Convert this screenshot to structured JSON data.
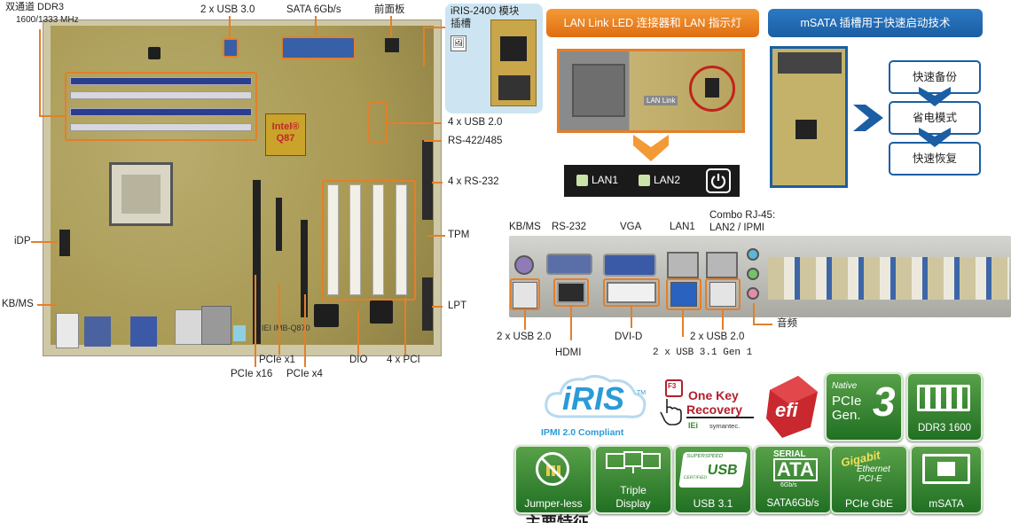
{
  "board_labels": {
    "ddr3": "双通道 DDR3",
    "ddr3_speed": "1600/1333 MHz",
    "usb30": "2 x USB 3.0",
    "sata": "SATA 6Gb/s",
    "front_panel": "前面板",
    "iris_slot_1": "iRIS-2400 模块",
    "iris_slot_2": "插槽",
    "usb20": "4 x USB 2.0",
    "rs422": "RS-422/485",
    "rs232": "4 x RS-232",
    "tpm": "TPM",
    "lpt": "LPT",
    "idp": "iDP",
    "kbms": "KB/MS",
    "pcie_x1": "PCIe x1",
    "pcie_x16": "PCIe x16",
    "pcie_x4": "PCIe x4",
    "dio": "DIO",
    "pci": "4 x PCI",
    "chipset_1": "Intel®",
    "chipset_2": "Q87",
    "board_brand": "IEI",
    "board_model": "IMB-Q870"
  },
  "lan_panel": {
    "title": "LAN Link LED 连接器和 LAN 指示灯",
    "lan1": "LAN1",
    "lan2": "LAN2",
    "power_icon": "power-icon",
    "brand": "LAN Link"
  },
  "msata_panel": {
    "title": "mSATA 插槽用于快速启动技术",
    "steps": [
      "快速备份",
      "省电模式",
      "快速恢复"
    ]
  },
  "io_labels": {
    "kbms": "KB/MS",
    "rs232": "RS-232",
    "vga": "VGA",
    "lan1": "LAN1",
    "combo_1": "Combo RJ-45:",
    "combo_2": "LAN2 / IPMI",
    "usb20_left": "2 x USB 2.0",
    "hdmi": "HDMI",
    "dvid": "DVI-D",
    "usb20_right": "2 x USB 2.0",
    "usb31": "2 x USB 3.1 Gen 1",
    "audio": "音频"
  },
  "logos": {
    "iris_text": "iRIS",
    "iris_tm": "TM",
    "iris_sub": "IPMI 2.0 Compliant",
    "onekey_1": "One Key",
    "onekey_2": "Recovery",
    "onekey_f3": "F3",
    "onekey_iei": "IEi",
    "onekey_symantec": "symantec.",
    "efi": "efi"
  },
  "features_top": [
    {
      "name": "pcie-gen3",
      "lines": [
        "Native",
        "PCIe",
        "Gen.",
        "3"
      ]
    },
    {
      "name": "ddr3-1600",
      "caption": "DDR3 1600"
    }
  ],
  "features_bottom": [
    {
      "name": "jumperless",
      "caption": "Jumper-less"
    },
    {
      "name": "triple-display",
      "caption_1": "Triple",
      "caption_2": "Display"
    },
    {
      "name": "usb31",
      "caption": "USB 3.1",
      "badge_1": "SUPERSPEED",
      "badge_2": "USB",
      "badge_3": "CERTIFIED"
    },
    {
      "name": "sata6gbs",
      "caption": "SATA6Gb/s",
      "badge_1": "SERIAL",
      "badge_2": "ATA",
      "badge_3": "6Gb/s"
    },
    {
      "name": "pcie-gbe",
      "caption": "PCIe GbE",
      "badge_1": "Gigabit",
      "badge_2": "Ethernet",
      "badge_3": "PCI-E"
    },
    {
      "name": "msata",
      "caption": "mSATA"
    }
  ],
  "cut_text": "主要特征",
  "colors": {
    "accent_orange": "#e37f2a",
    "header_blue": "#1b5ea3",
    "feature_green": "#2f7f2a"
  }
}
